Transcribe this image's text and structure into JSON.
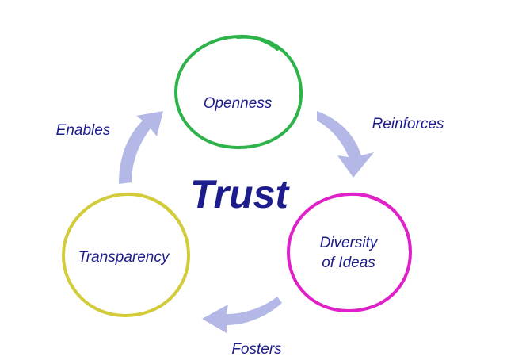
{
  "title": "Trust",
  "nodes": [
    {
      "label": "Openness",
      "color": "#2db34a"
    },
    {
      "label_lines": [
        "Diversity",
        "of Ideas"
      ],
      "color": "#e020c8"
    },
    {
      "label": "Transparency",
      "color": "#d2cc3a"
    }
  ],
  "edges": [
    {
      "label": "Reinforces"
    },
    {
      "label": "Fosters"
    },
    {
      "label": "Enables"
    }
  ],
  "colors": {
    "text": "#1c1c8c",
    "arrow": "#b3b8e6"
  }
}
